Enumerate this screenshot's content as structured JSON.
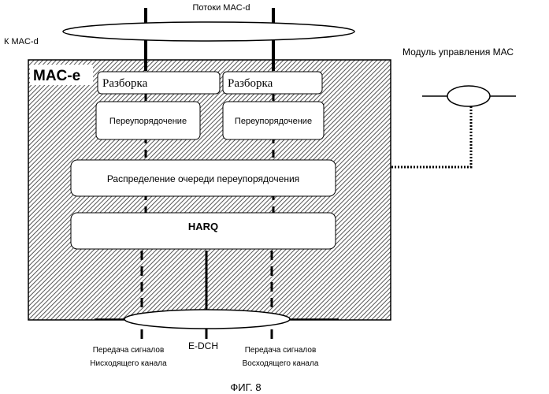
{
  "top_label": "Потоки MAC-d",
  "left_label": "К MAC-d",
  "control_module_label": "Модуль управления МАС",
  "mac_e_label": "MAC-e",
  "disassembly": [
    "Разборка",
    "Разборка"
  ],
  "reordering": [
    "Переупорядочение",
    "Переупорядочение"
  ],
  "queue_distribution": "Распределение очереди переупорядочения",
  "harq": "HARQ",
  "edch": "E-DCH",
  "downlink_signal": [
    "Передача сигналов",
    "Нисходящего канала"
  ],
  "uplink_signal": [
    "Передача сигналов",
    "Восходящего канала"
  ],
  "figure_caption": "ФИГ. 8",
  "colors": {
    "stroke": "#000000",
    "box_fill": "#ffffff",
    "hatch": "#555555"
  }
}
